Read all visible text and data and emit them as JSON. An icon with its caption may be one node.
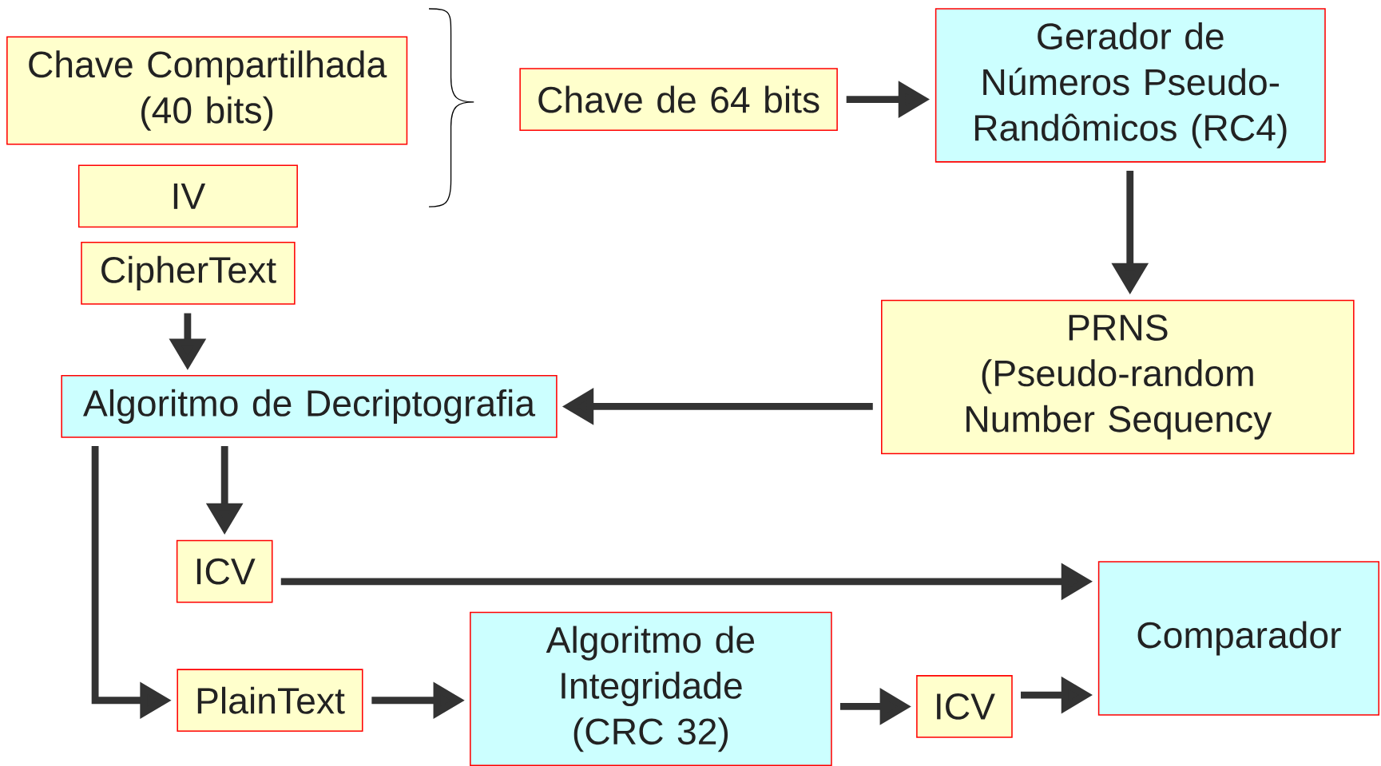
{
  "diagram": {
    "nodes": [
      {
        "text": [
          "Chave Compartilhada (40 bits)"
        ]
      },
      {
        "text": [
          "IV"
        ]
      },
      {
        "text": [
          "CipherText"
        ]
      },
      {
        "text": [
          "Chave de 64 bits"
        ]
      },
      {
        "text": [
          "Gerador de Números Pseudo-Randômicos (RC4)"
        ]
      },
      {
        "text": [
          "PRNS",
          "(Pseudo-random Number Sequency"
        ]
      },
      {
        "text": [
          "Algoritmo de Decriptografia"
        ]
      },
      {
        "text": [
          "ICV"
        ]
      },
      {
        "text": [
          "PlainText"
        ]
      },
      {
        "text": [
          "Algoritmo de Integridade (CRC 32)"
        ]
      },
      {
        "text": [
          "ICV"
        ]
      },
      {
        "text": [
          "Comparador"
        ]
      }
    ],
    "edges": [
      {
        "from": 3,
        "to": 4,
        "arrow": "to"
      },
      {
        "from": 4,
        "to": 5,
        "arrow": "to"
      },
      {
        "from": 2,
        "to": 6,
        "arrow": "to"
      },
      {
        "from": 5,
        "to": 6,
        "arrow": "to"
      },
      {
        "from": 6,
        "to": 7,
        "arrow": "to"
      },
      {
        "from": 6,
        "to": 8,
        "arrow": "to"
      },
      {
        "from": 7,
        "to": 11,
        "arrow": "to"
      },
      {
        "from": 8,
        "to": 9,
        "arrow": "to"
      },
      {
        "from": 9,
        "to": 10,
        "arrow": "to"
      },
      {
        "from": 10,
        "to": 11,
        "arrow": "to"
      }
    ]
  }
}
